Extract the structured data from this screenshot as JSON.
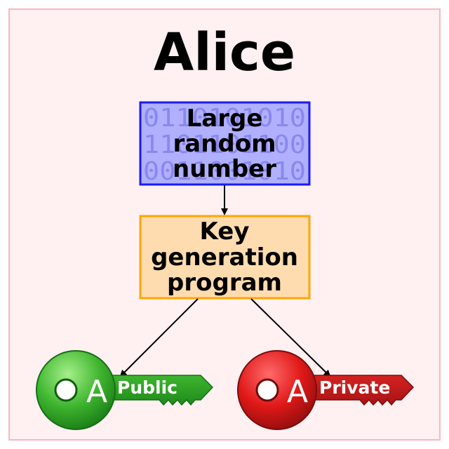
{
  "title": "Alice",
  "random_box": {
    "lines": [
      "Large",
      "random",
      "number"
    ],
    "binary_rows": [
      "0110101010",
      "1101101100",
      "0011001010"
    ],
    "fill": "#b0b0ff",
    "stroke": "#1a1aff"
  },
  "keygen_box": {
    "lines": [
      "Key",
      "generation",
      "program"
    ],
    "fill": "#ffdcb0",
    "stroke": "#ffa500"
  },
  "public_key": {
    "letter": "A",
    "label": "Public",
    "color": "#1e9a1e"
  },
  "private_key": {
    "letter": "A",
    "label": "Private",
    "color": "#c41e1e"
  },
  "colors": {
    "background": "#fff0f2",
    "border": "#f5b8c4"
  }
}
